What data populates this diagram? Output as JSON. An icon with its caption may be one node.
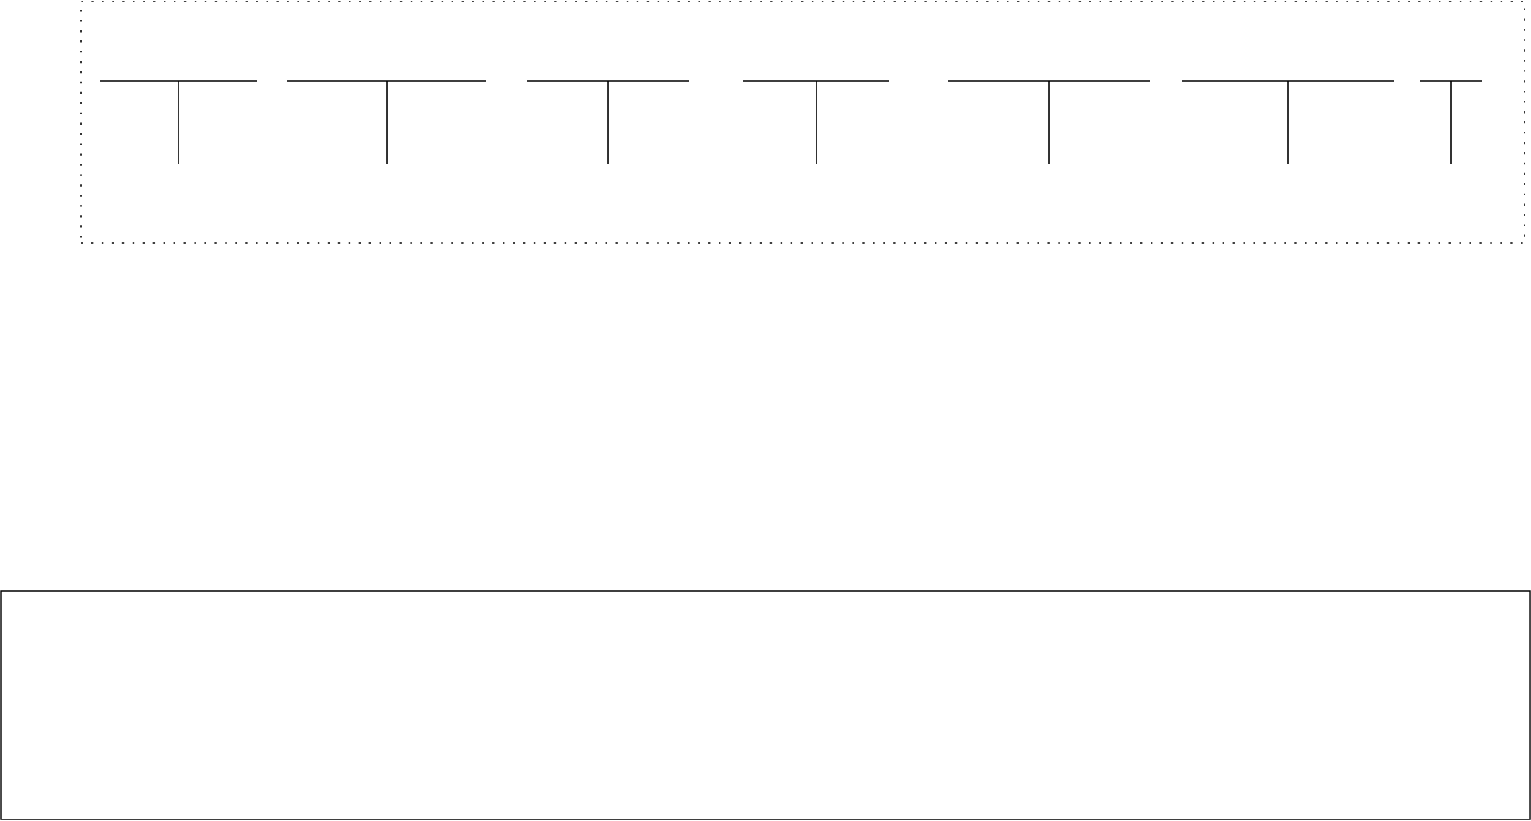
{
  "diagram": {
    "nodes": [
      {
        "text": [],
        "shape": "box"
      },
      {
        "text": [],
        "shape": "bar",
        "in": 0
      },
      {
        "text": [],
        "shape": "bar",
        "in": 0
      },
      {
        "text": [],
        "shape": "bar",
        "in": 0
      },
      {
        "text": [],
        "shape": "bar",
        "in": 0
      },
      {
        "text": [],
        "shape": "bar",
        "in": 0
      },
      {
        "text": [],
        "shape": "bar",
        "in": 0
      },
      {
        "text": [],
        "shape": "bar",
        "in": 0
      },
      {
        "text": [],
        "shape": "box"
      }
    ]
  }
}
